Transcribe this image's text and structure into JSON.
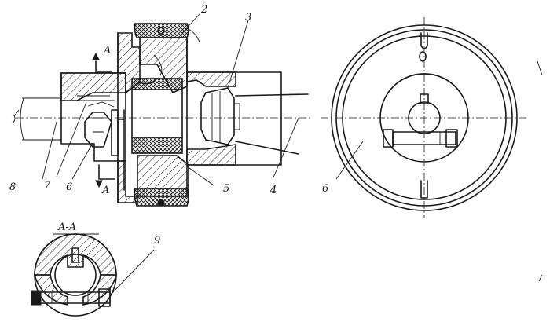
{
  "labels": {
    "part_2": "2",
    "part_3": "3",
    "part_4": "4",
    "part_5": "5",
    "part_6_front": "6",
    "part_6_side": "6",
    "part_7": "7",
    "part_8": "8",
    "part_9": "9",
    "section_a_top": "A",
    "section_a_bottom": "A",
    "section_view_title": "A-A"
  }
}
